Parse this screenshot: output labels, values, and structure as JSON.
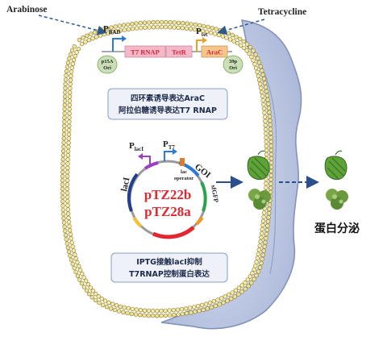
{
  "inducers": {
    "arabinose": "Arabinose",
    "tetracycline": "Tetracycline"
  },
  "top_plasmid": {
    "promoter_bad": {
      "main": "P",
      "sub": "BAD"
    },
    "promoter_tet": {
      "main": "P",
      "sub": "tet"
    },
    "genes": [
      "T7 RNAP",
      "TetR",
      "AraC"
    ],
    "ori_left": [
      "p15A",
      "Ori"
    ],
    "ori_right": [
      "39p",
      "Ori"
    ]
  },
  "info_box_1": [
    "四环素诱导表达AraC",
    "阿拉伯糖诱导表达T7 RNAP"
  ],
  "circular_plasmid": {
    "names": [
      "pTZ22b",
      "pTZ28a"
    ],
    "promoter_laci": {
      "main": "P",
      "sub": "lacI"
    },
    "promoter_t7": {
      "main": "P",
      "sub": "T7"
    },
    "laci_label": "lacI",
    "operator_label": [
      "lac",
      "operator"
    ],
    "goi_label": "GOI",
    "sfgfp_label": "sfGFP"
  },
  "info_box_2": [
    "IPTG接触lacI抑制",
    "T7RNAP控制蛋白表达"
  ],
  "secretion_label": "蛋白分泌",
  "colors": {
    "membrane_fill": "#f2e9a2",
    "membrane_stroke": "#8a7a2a",
    "tissue": "#c9d3ea",
    "tissue_dark": "#7f8fb8",
    "gene_pink": "#f4b8c8",
    "gene_orange": "#f7c48c",
    "arrow_blue": "#2a4f8c",
    "red_text": "#e0282e",
    "green_protein": "#4c8b32",
    "box_fill": "#eef1f8"
  }
}
